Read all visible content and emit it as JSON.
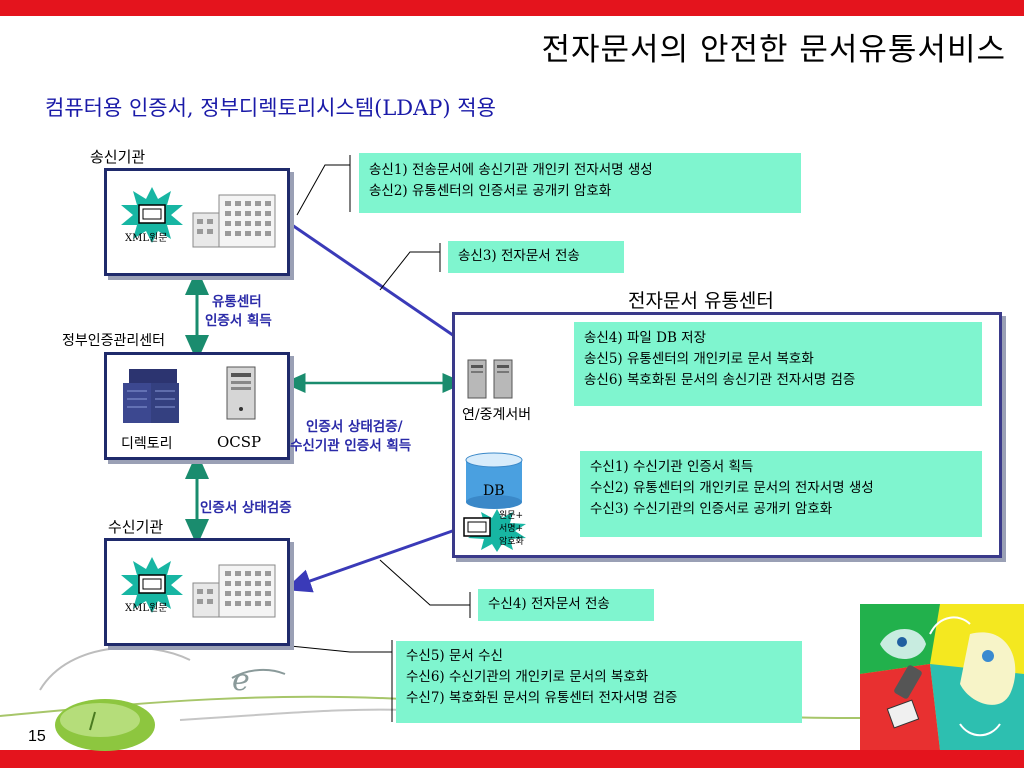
{
  "title": "전자문서의 안전한 문서유통서비스",
  "subtitle": "컴퓨터용 인증서, 정부디렉토리시스템(LDAP) 적용",
  "page_number": "15",
  "colors": {
    "accent_red": "#e4141d",
    "note_green": "#7ff5cf",
    "box_border": "#1f2a6b",
    "label_blue": "#2a2aa8",
    "arrow_teal": "#1a8c6e",
    "arrow_indigo": "#3a3ab8"
  },
  "sender": {
    "label": "송신기관",
    "doc_label": "XML원문"
  },
  "gpki": {
    "label": "정부인증관리센터",
    "directory_label": "디렉토리",
    "ocsp_label": "OCSP"
  },
  "receiver": {
    "label": "수신기관",
    "doc_label": "XML원문"
  },
  "center": {
    "label": "전자문서 유통센터",
    "relay_label": "연/중계서버",
    "db_label": "DB",
    "doc_lines": [
      "원문+",
      "서명+",
      "암호화"
    ]
  },
  "edge_labels": {
    "cert_fetch": [
      "유통센터",
      "인증서 획득"
    ],
    "status_check": [
      "인증서 상태검증/",
      "수신기관 인증서 획득"
    ],
    "cert_verify": "인증서 상태검증"
  },
  "notes": {
    "send_1_2": [
      "송신1) 전송문서에 송신기관 개인키 전자서명 생성",
      "송신2) 유통센터의 인증서로 공개키 암호화"
    ],
    "send_3": "송신3) 전자문서 전송",
    "send_4_6": [
      "송신4) 파일 DB 저장",
      "송신5) 유통센터의 개인키로 문서 복호화",
      "송신6) 복호화된 문서의 송신기관 전자서명 검증"
    ],
    "recv_1_3": [
      "수신1) 수신기관 인증서 획득",
      "수신2) 유통센터의 개인키로 문서의 전자서명 생성",
      "수신3) 수신기관의 인증서로 공개키 암호화"
    ],
    "recv_4": "수신4) 전자문서 전송",
    "recv_5_7": [
      "수신5) 문서 수신",
      "수신6) 수신기관의 개인키로 문서의 복호화",
      "수신7) 복호화된 문서의 유통센터 전자서명 검증"
    ]
  }
}
